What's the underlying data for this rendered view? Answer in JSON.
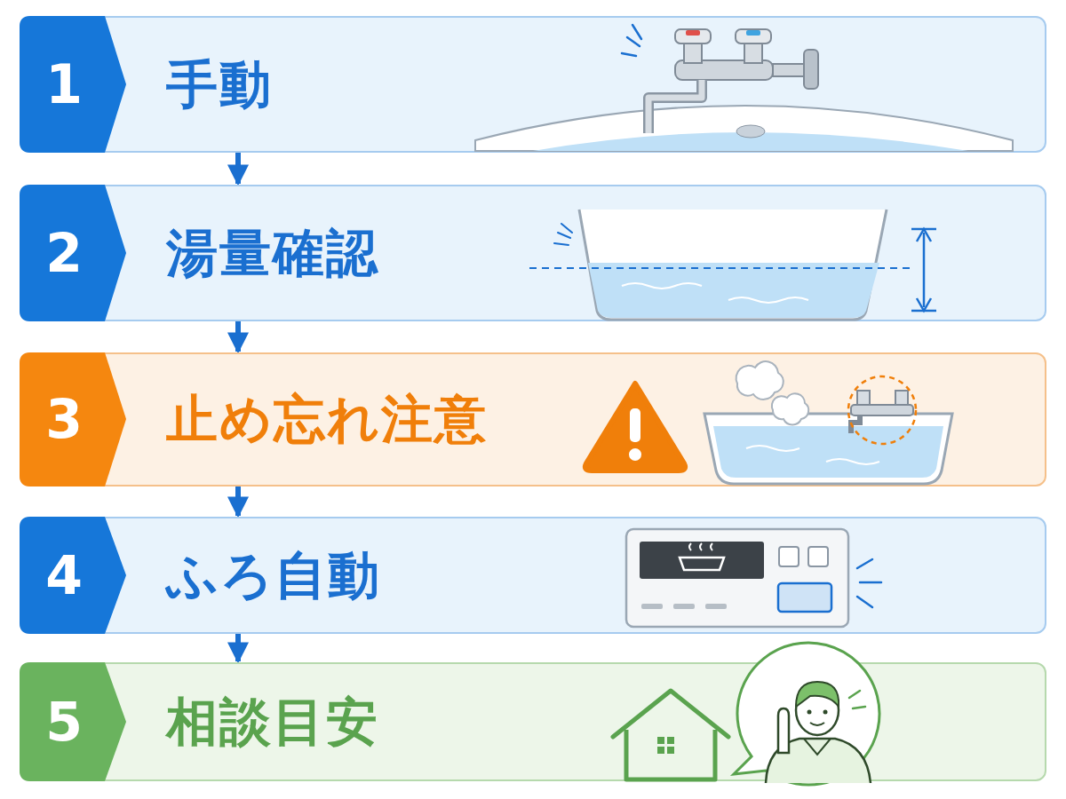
{
  "diagram": {
    "nodes": [
      {
        "text": [
          "1",
          "手動"
        ]
      },
      {
        "text": [
          "2",
          "湯量確認"
        ]
      },
      {
        "text": [
          "3",
          "止め忘れ注意"
        ]
      },
      {
        "text": [
          "4",
          "ふろ自動"
        ]
      },
      {
        "text": [
          "5",
          "相談目安"
        ]
      }
    ],
    "edges": [
      {
        "from": 0,
        "to": 1,
        "arrow": "to"
      },
      {
        "from": 1,
        "to": 2,
        "arrow": "to"
      },
      {
        "from": 2,
        "to": 3,
        "arrow": "to"
      },
      {
        "from": 3,
        "to": 4,
        "arrow": "to"
      }
    ]
  }
}
